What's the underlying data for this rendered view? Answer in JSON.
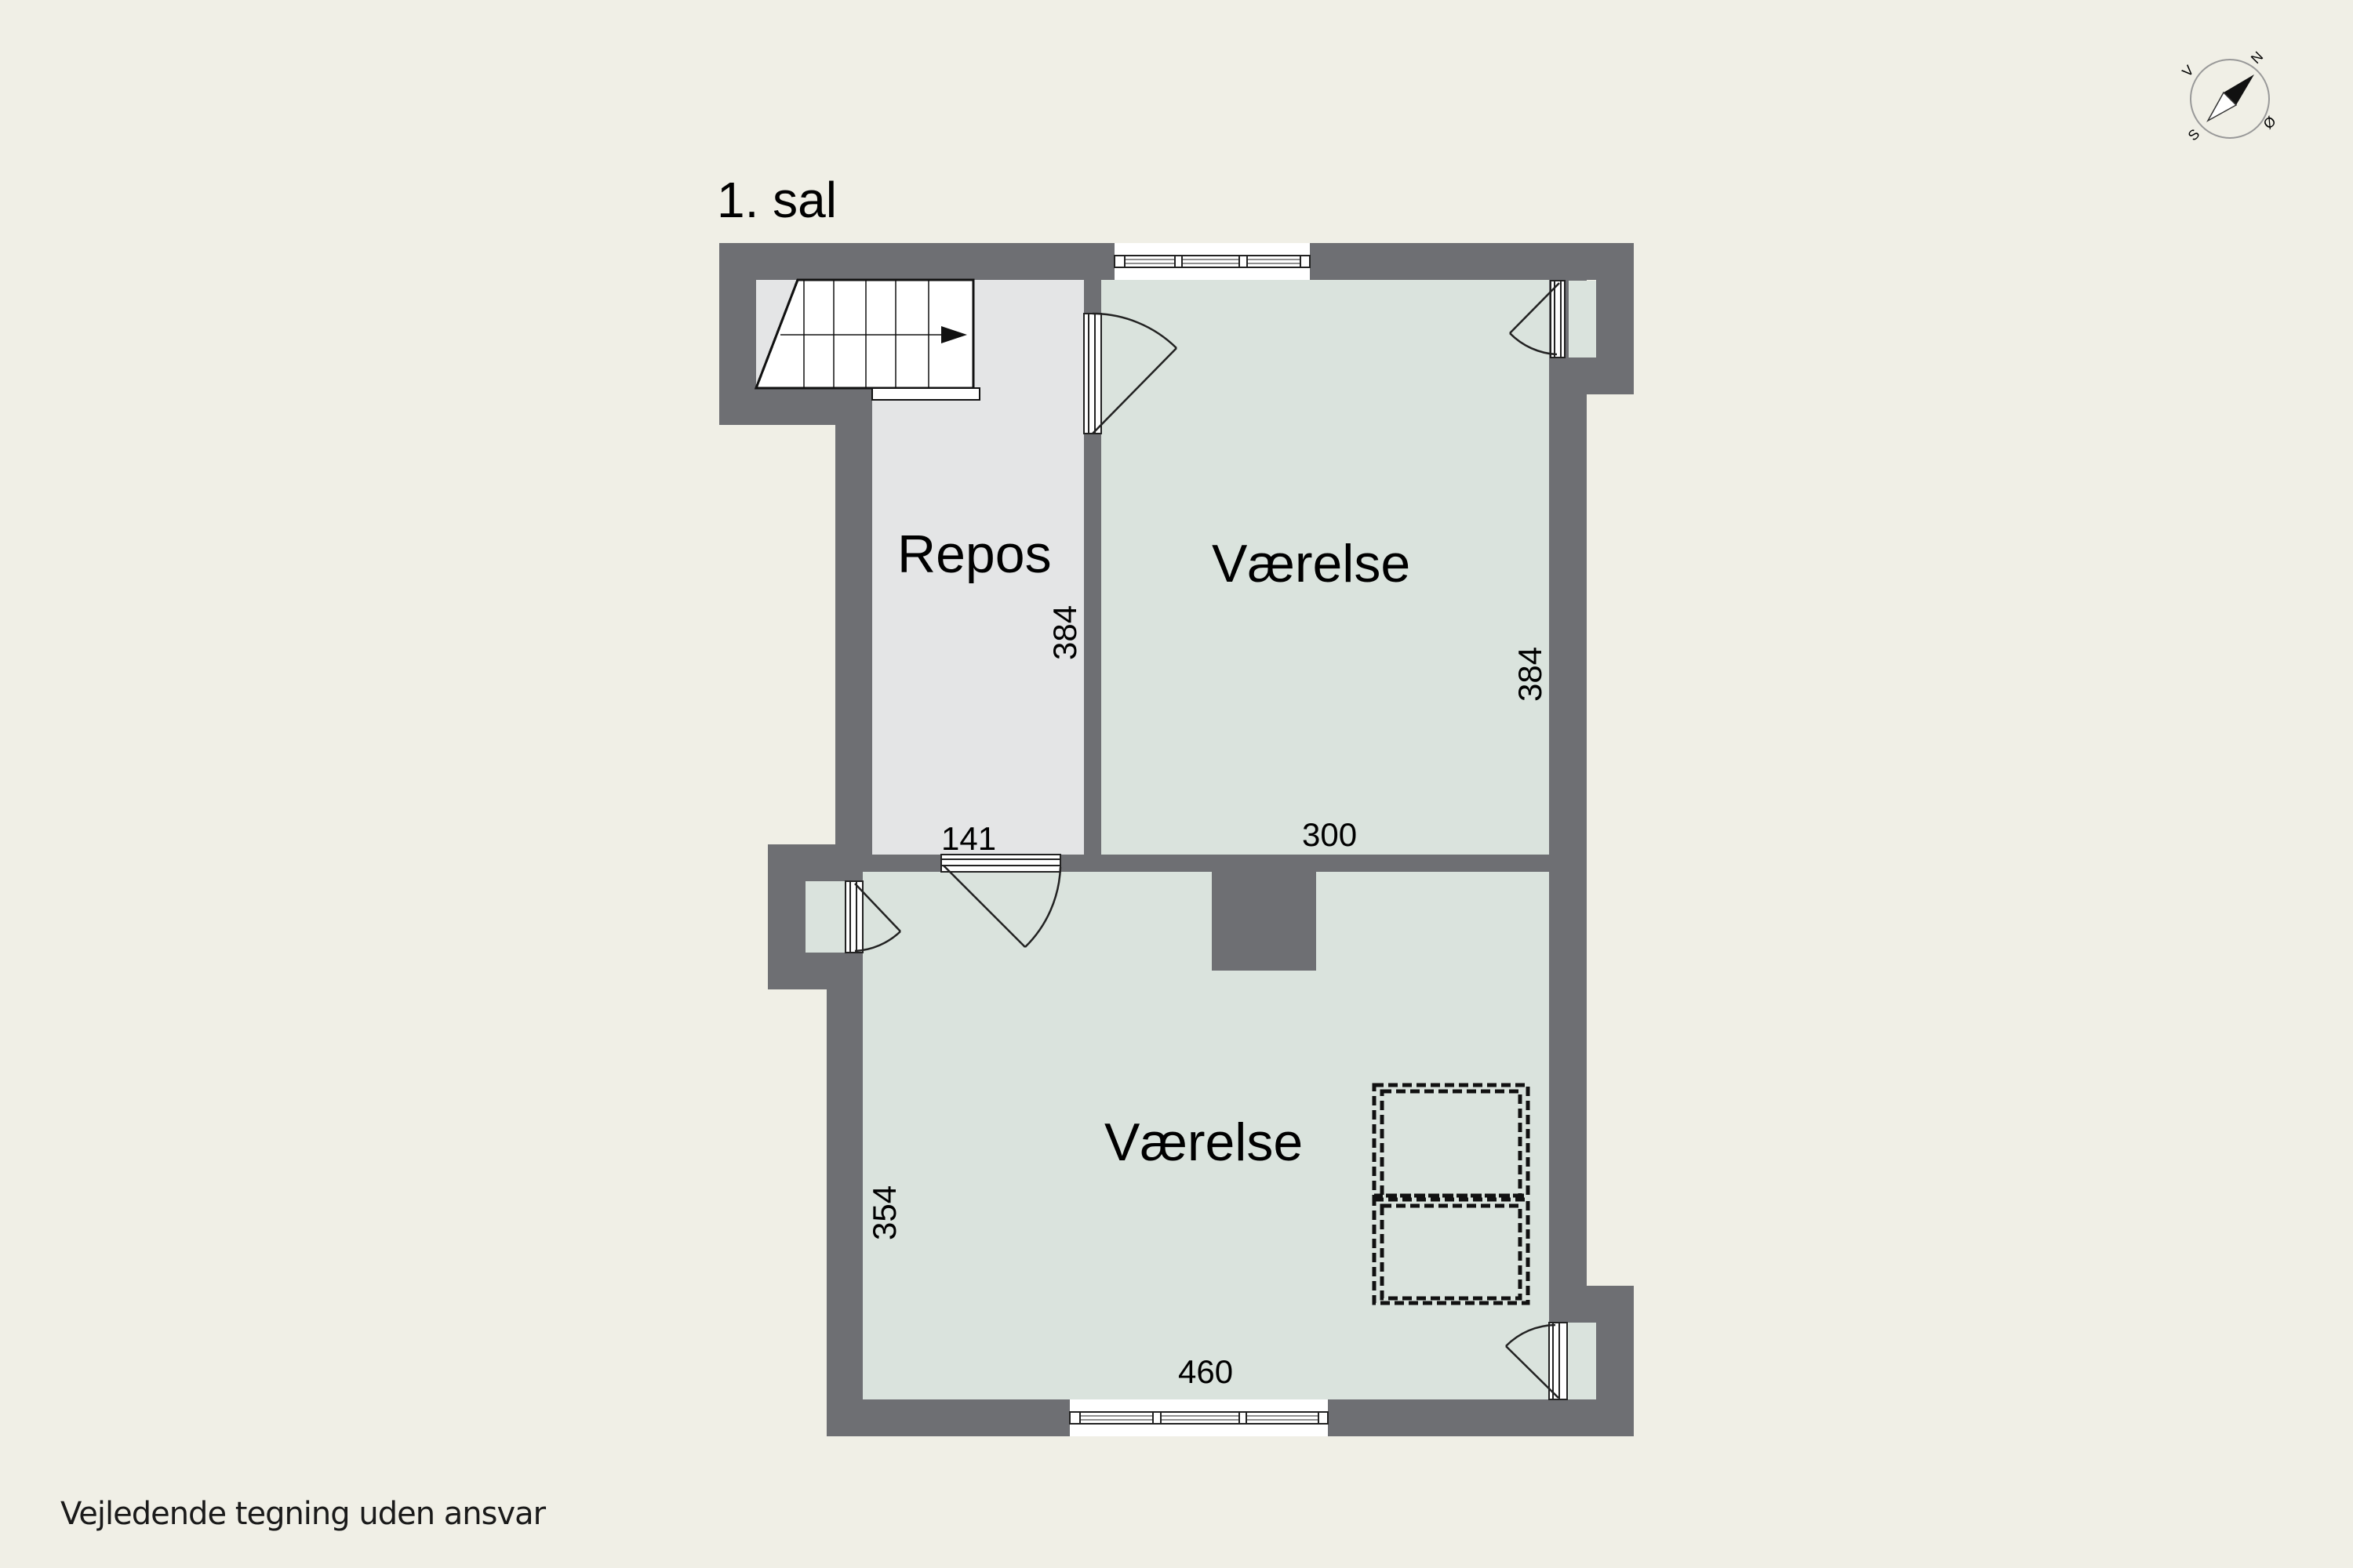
{
  "plan": {
    "floor_title": "1. sal",
    "disclaimer": "Vejledende tegning uden ansvar",
    "colors": {
      "background": "#f0efe6",
      "wall": "#6e6f73",
      "hallway_fill": "#e4e5e6",
      "room_fill": "#dae3dd",
      "stair_fill": "#ffffff"
    },
    "rooms": [
      {
        "name": "Repos",
        "dimension_height": "384",
        "dimension_width": "141"
      },
      {
        "name": "Værelse",
        "dimension_height": "384",
        "dimension_width": "300"
      },
      {
        "name": "Værelse",
        "dimension_height": "354",
        "dimension_width": "460"
      }
    ],
    "compass": {
      "north": "N",
      "east": "Ø",
      "south": "S",
      "west": "V"
    }
  }
}
